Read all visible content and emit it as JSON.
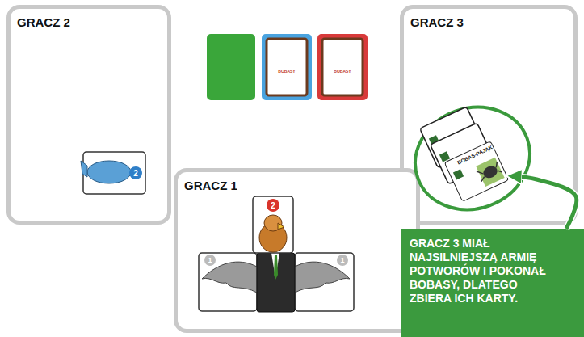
{
  "diagram": {
    "nodes": [
      {
        "text": [
          "GRACZ 2"
        ]
      },
      {
        "text": [
          "GRACZ 3"
        ]
      },
      {
        "text": [
          "BOBAS-PAJĄK"
        ],
        "in": 1
      },
      {
        "text": [
          "GRACZ 1"
        ]
      },
      {
        "text": [
          "GRACZ 3 MIAŁ NAJSILNIEJSZĄ ARMIĘ POTWORÓW I POKONAŁ BOBASY, DLATEGO ZBIERA ICH KARTY."
        ]
      }
    ],
    "edges": [
      {
        "from": 4,
        "to": 2,
        "arrow": "to"
      }
    ],
    "labels": [
      "2",
      "2",
      "1",
      "1",
      "1",
      "1",
      "1",
      "BOBASY",
      "BOBASY"
    ]
  }
}
